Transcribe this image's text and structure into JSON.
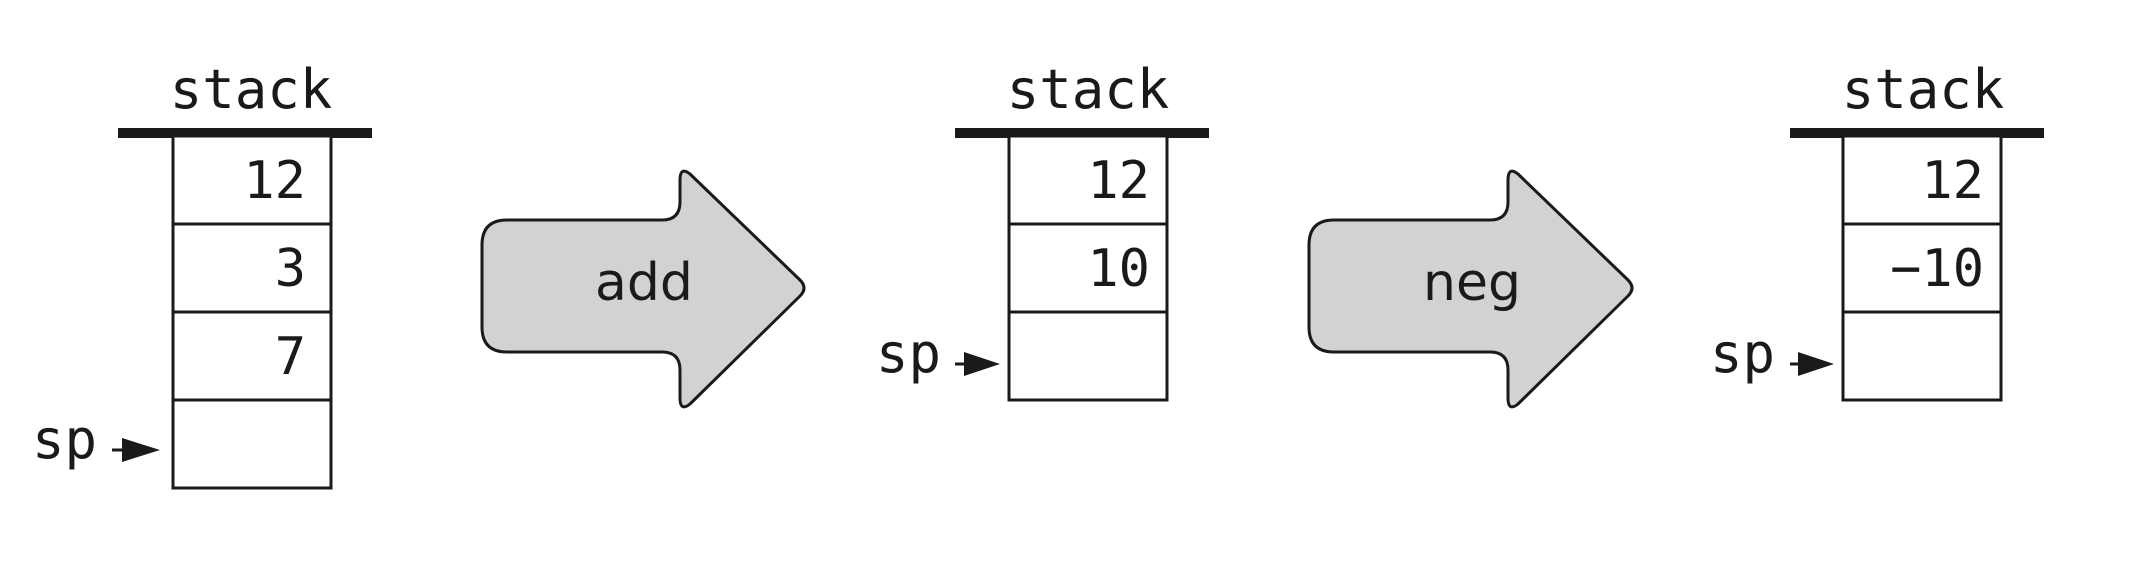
{
  "stacks": [
    {
      "header": "stack",
      "cells": [
        "12",
        "3",
        "7",
        ""
      ],
      "sp_label": "sp",
      "sp_index": 3
    },
    {
      "header": "stack",
      "cells": [
        "12",
        "10",
        ""
      ],
      "sp_label": "sp",
      "sp_index": 2
    },
    {
      "header": "stack",
      "cells": [
        "12",
        "−10",
        ""
      ],
      "sp_label": "sp",
      "sp_index": 2
    }
  ],
  "operations": [
    {
      "label": "add",
      "color": "#d1d2d4"
    },
    {
      "label": "neg",
      "color": "#d1d2d4"
    }
  ]
}
